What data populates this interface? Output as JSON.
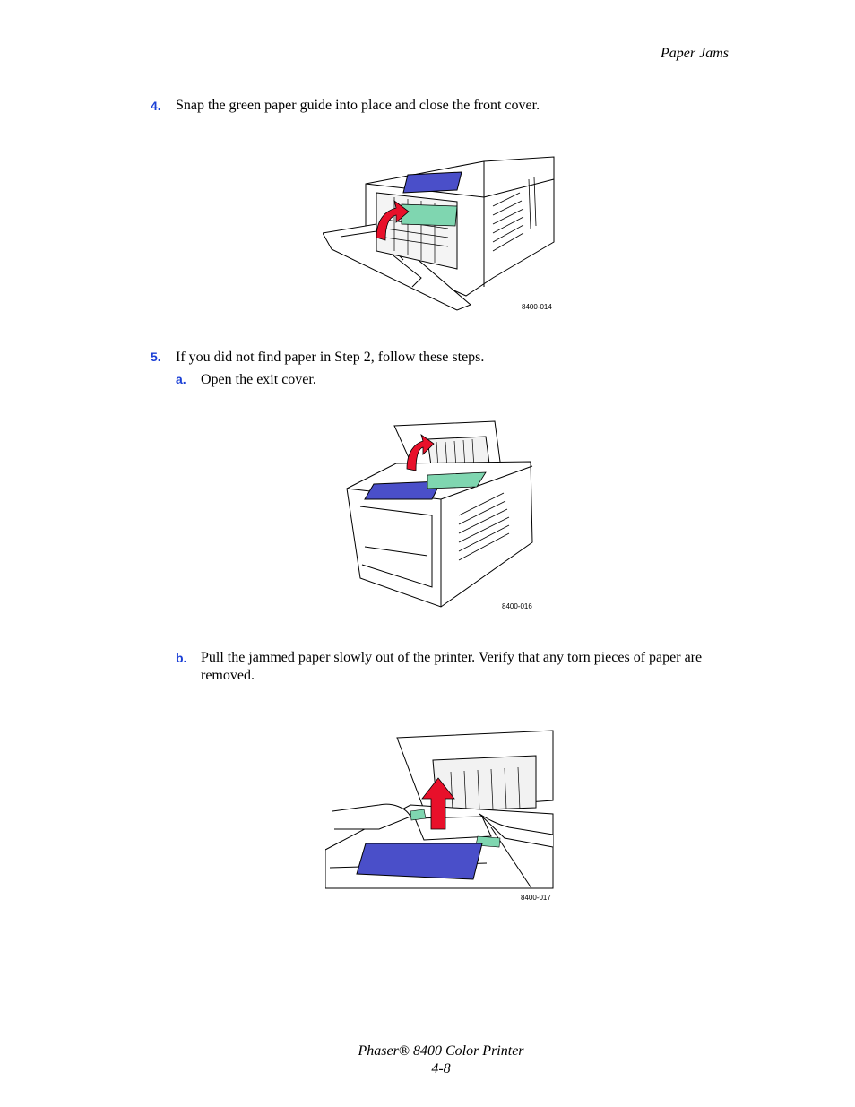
{
  "header": {
    "section": "Paper Jams"
  },
  "steps": [
    {
      "num": "4.",
      "text": "Snap the green paper guide into place and close the front cover.",
      "figure_code": "8400-014"
    },
    {
      "num": "5.",
      "text": "If you did not find paper in Step 2, follow these steps.",
      "substeps": [
        {
          "num": "a.",
          "text": "Open the exit cover.",
          "figure_code": "8400-016"
        },
        {
          "num": "b.",
          "text": "Pull the jammed paper slowly out of the printer. Verify that any torn pieces of paper are removed.",
          "figure_code": "8400-017"
        }
      ]
    }
  ],
  "footer": {
    "product": "Phaser® 8400 Color Printer",
    "page": "4-8"
  },
  "colors": {
    "accent": "#1a3fd6",
    "arrow": "#e8102a",
    "panel": "#4a4fc9",
    "guide": "#7fd6b0"
  }
}
